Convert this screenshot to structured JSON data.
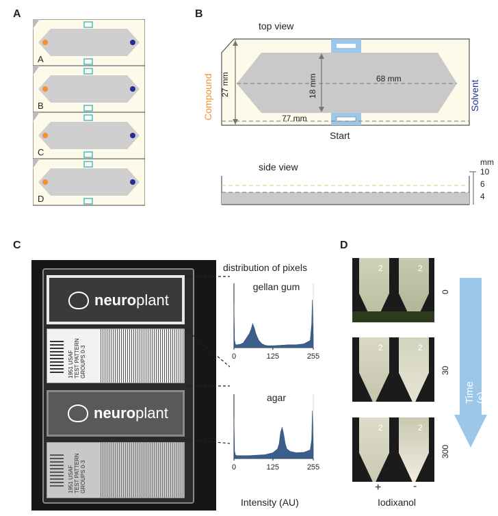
{
  "panels": {
    "A": {
      "letter": "A",
      "wells": [
        "A",
        "B",
        "C",
        "D"
      ]
    },
    "B": {
      "letter": "B",
      "top_view_label": "top view",
      "side_view_label": "side view",
      "compound_label": "Compound",
      "solvent_label": "Solvent",
      "start_label": "Start",
      "dim_27": "27 mm",
      "dim_18": "18 mm",
      "dim_68": "68 mm",
      "dim_77": "77 mm",
      "side_unit": "mm",
      "side_ticks": [
        "10",
        "6",
        "4"
      ]
    },
    "C": {
      "letter": "C",
      "dist_title": "distribution of pixels",
      "xlabel": "Intensity (AU)",
      "plate_brand_prefix": "neuro",
      "plate_brand_suffix": "plant",
      "usaf_text": [
        "1951 USAF",
        "TEST PATTERN",
        "GROUPS 0-3"
      ]
    },
    "D": {
      "letter": "D",
      "time_label": "Time (s)",
      "times": [
        "0",
        "30",
        "300"
      ],
      "plus": "+",
      "minus": "-",
      "iodixanol": "Iodixanol",
      "tube_mark": "2"
    }
  },
  "colors": {
    "compound": "#f0922e",
    "solvent": "#23308f",
    "teal": "#2bb5c5",
    "gel": "#cfcfcf",
    "plate_bg": "#fdfaea",
    "hist": "#3b5e8a",
    "arrow": "#9cc7e8"
  },
  "chart_data": [
    {
      "type": "area",
      "title": "gellan gum",
      "xlabel": "Intensity (AU)",
      "xticks": [
        "0",
        "125",
        "255"
      ],
      "xlim": [
        0,
        255
      ],
      "x": [
        0,
        2,
        5,
        10,
        20,
        30,
        40,
        50,
        55,
        60,
        65,
        70,
        75,
        80,
        90,
        100,
        110,
        125,
        150,
        175,
        200,
        225,
        245,
        250,
        252,
        255
      ],
      "y": [
        0.9,
        0.15,
        0.06,
        0.06,
        0.07,
        0.1,
        0.2,
        0.3,
        0.38,
        0.5,
        0.42,
        0.3,
        0.22,
        0.15,
        0.08,
        0.05,
        0.04,
        0.04,
        0.05,
        0.06,
        0.06,
        0.08,
        0.15,
        0.5,
        1.0,
        0.2
      ]
    },
    {
      "type": "area",
      "title": "agar",
      "xlabel": "Intensity (AU)",
      "xticks": [
        "0",
        "125",
        "255"
      ],
      "xlim": [
        0,
        255
      ],
      "x": [
        0,
        2,
        5,
        10,
        25,
        50,
        75,
        100,
        125,
        140,
        145,
        150,
        155,
        160,
        165,
        170,
        180,
        200,
        225,
        245,
        250,
        252,
        255
      ],
      "y": [
        0.85,
        0.15,
        0.07,
        0.06,
        0.06,
        0.06,
        0.07,
        0.08,
        0.12,
        0.2,
        0.3,
        0.55,
        0.65,
        0.5,
        0.3,
        0.2,
        0.15,
        0.12,
        0.13,
        0.18,
        0.4,
        1.0,
        0.2
      ]
    }
  ]
}
